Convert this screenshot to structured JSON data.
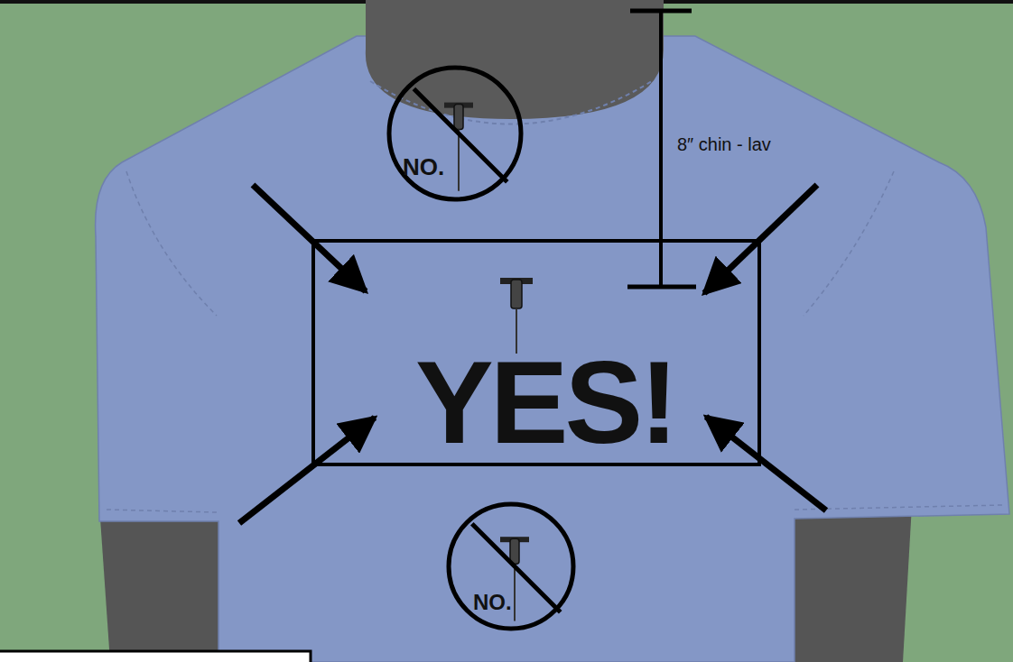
{
  "diagram": {
    "nodes": [
      {
        "text": [
          "NO."
        ]
      },
      {
        "text": [
          "YES!"
        ]
      },
      {
        "text": [
          "NO."
        ]
      }
    ],
    "labels": [
      "8″ chin - lav"
    ]
  }
}
